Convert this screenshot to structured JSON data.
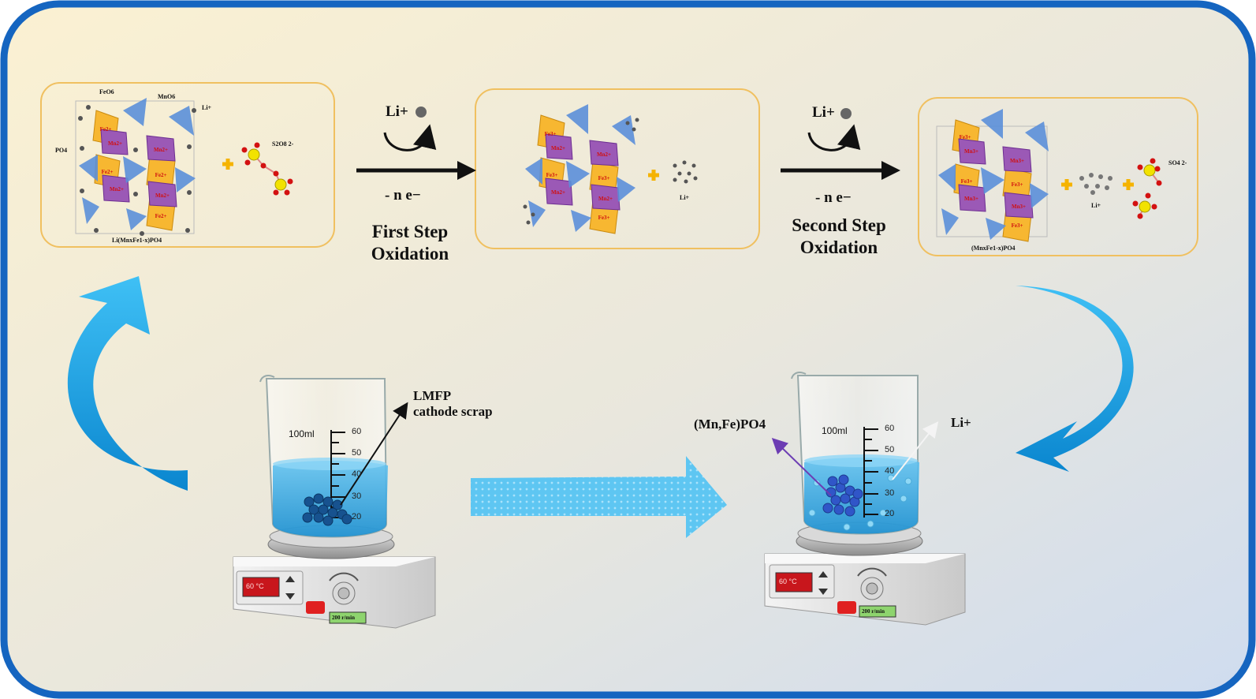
{
  "steps": {
    "first": {
      "ion": "Li+",
      "electrons": "- n e−",
      "label_line1": "First Step",
      "label_line2": "Oxidation"
    },
    "second": {
      "ion": "Li+",
      "electrons": "- n e−",
      "label_line1": "Second Step",
      "label_line2": "Oxidation"
    }
  },
  "crystal_1": {
    "formula": "Li(MnxFe1-x)PO4",
    "labels": {
      "feo6": "FeO6",
      "mno6": "MnO6",
      "li": "Li+",
      "po4": "PO4"
    },
    "reagent": "S2O8 2-",
    "site_fe": "Fe2+",
    "site_mn": "Mn2+"
  },
  "crystal_2": {
    "li_label": "Li+",
    "site_fe": "Fe3+",
    "site_mn": "Mn2+"
  },
  "crystal_3": {
    "formula": "(MnxFe1-x)PO4",
    "li_label": "Li+",
    "so4_label": "SO4 2-",
    "site_fe": "Fe3+",
    "site_mn": "Mn3+"
  },
  "beaker_left": {
    "volume": "100ml",
    "ticks": [
      "60",
      "50",
      "40",
      "30",
      "20"
    ],
    "callout": {
      "line1": "LMFP",
      "line2": "cathode scrap"
    },
    "display_temp": "60 °C",
    "display_speed": "200 r/min"
  },
  "beaker_right": {
    "volume": "100ml",
    "ticks": [
      "60",
      "50",
      "40",
      "30",
      "20"
    ],
    "product_label": "(Mn,Fe)PO4",
    "ion_label": "Li+",
    "display_temp": "60 °C",
    "display_speed": "200 r/min"
  },
  "colors": {
    "frame": "#1565c0",
    "cycle_arrow": "#1a9fe0",
    "panel_border": "#f0c060",
    "fe_octahedron": "#f7b731",
    "mn_octahedron": "#9b59b6",
    "po4_tetrahedron": "#5b8fd9",
    "solution": "#3aa8e0"
  }
}
